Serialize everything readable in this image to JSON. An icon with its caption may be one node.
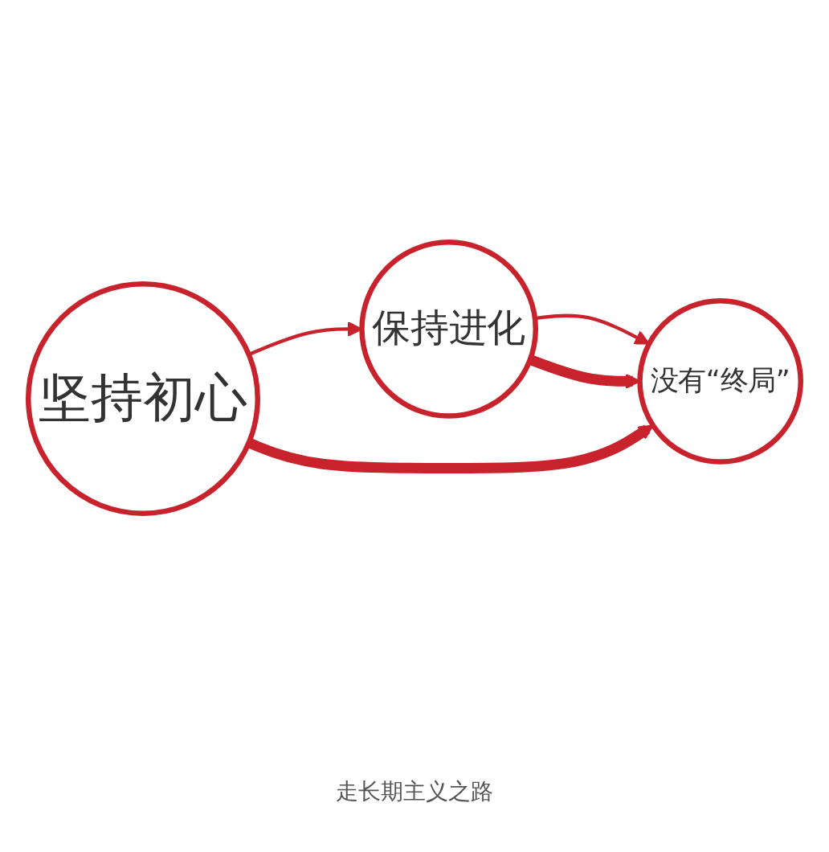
{
  "diagram": {
    "caption": "走长期主义之路",
    "nodes": [
      {
        "text": [
          "坚持初心"
        ]
      },
      {
        "text": [
          "保持进化"
        ]
      },
      {
        "text": [
          "没有“终局”"
        ]
      }
    ],
    "edges": [
      {
        "from": 0,
        "to": 1,
        "arrow": "to"
      },
      {
        "from": 1,
        "to": 2,
        "arrow": "to"
      },
      {
        "from": 0,
        "to": 2,
        "arrow": "to",
        "style": "thick"
      },
      {
        "from": 1,
        "to": 2,
        "arrow": "to",
        "style": "thick"
      }
    ]
  }
}
